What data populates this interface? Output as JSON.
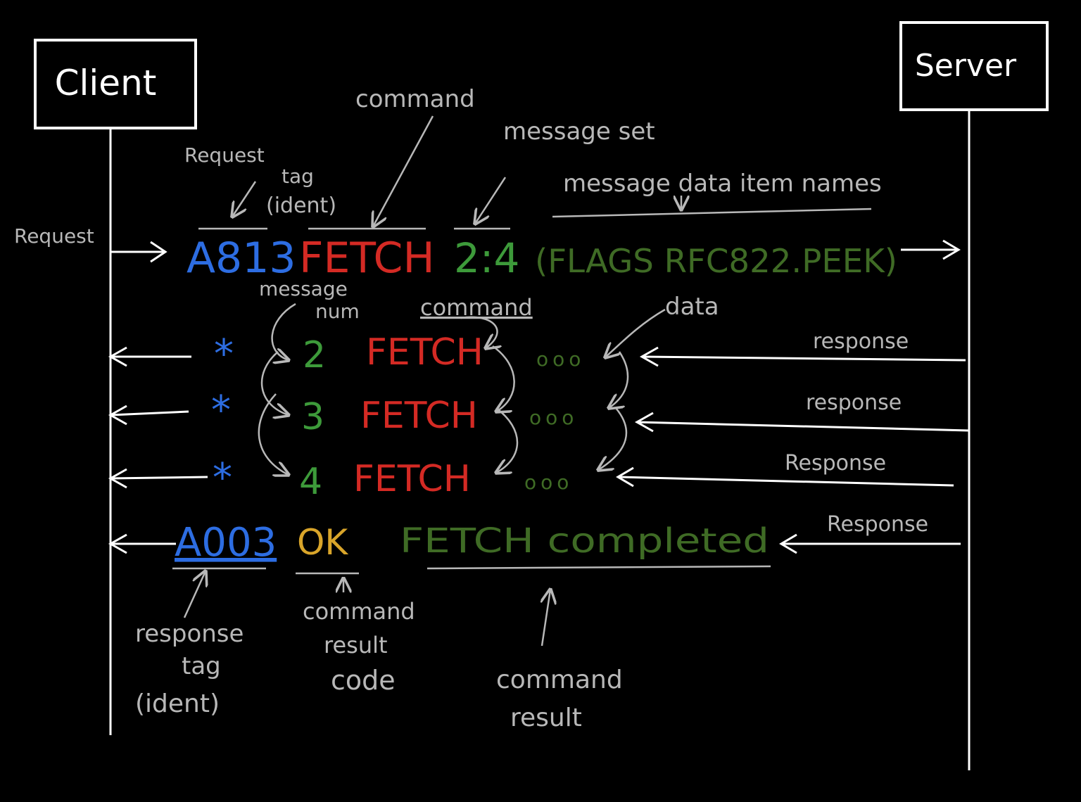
{
  "colors": {
    "background": "#000000",
    "lines": "#ffffff",
    "annotation": "#b8b8b8",
    "tag": "#2d6de2",
    "command": "#d42a24",
    "message_set": "#3d9a3a",
    "data_items": "#3f6b25",
    "result_code": "#d9a52a",
    "result_text": "#3f6b25"
  },
  "participants": {
    "client": "Client",
    "server": "Server"
  },
  "request": {
    "side_label": "Request",
    "tag": "A813",
    "command": "FETCH",
    "message_set": "2:4",
    "data_items": "(FLAGS RFC822.PEEK)"
  },
  "request_annotations": {
    "tag_line1": "Request",
    "tag_line2": "tag",
    "tag_line3": "(ident)",
    "command": "command",
    "message_set": "message set",
    "data_item_names": "message data item names"
  },
  "response_annotations": {
    "message_num_line1": "message",
    "message_num_line2": "num",
    "command": "command",
    "data": "data"
  },
  "untagged_responses": [
    {
      "marker": "*",
      "num": "2",
      "command": "FETCH",
      "data": "ooo",
      "label": "response"
    },
    {
      "marker": "*",
      "num": "3",
      "command": "FETCH",
      "data": "ooo",
      "label": "response"
    },
    {
      "marker": "*",
      "num": "4",
      "command": "FETCH",
      "data": "ooo",
      "label": "Response"
    }
  ],
  "final_response": {
    "tag": "A003",
    "code": "OK",
    "text": "FETCH completed",
    "label": "Response"
  },
  "bottom_annotations": {
    "response_tag_line1": "response",
    "response_tag_line2": "tag",
    "response_tag_line3": "(ident)",
    "result_code_line1": "command",
    "result_code_line2": "result",
    "result_code_line3": "code",
    "result_line1": "command",
    "result_line2": "result"
  }
}
